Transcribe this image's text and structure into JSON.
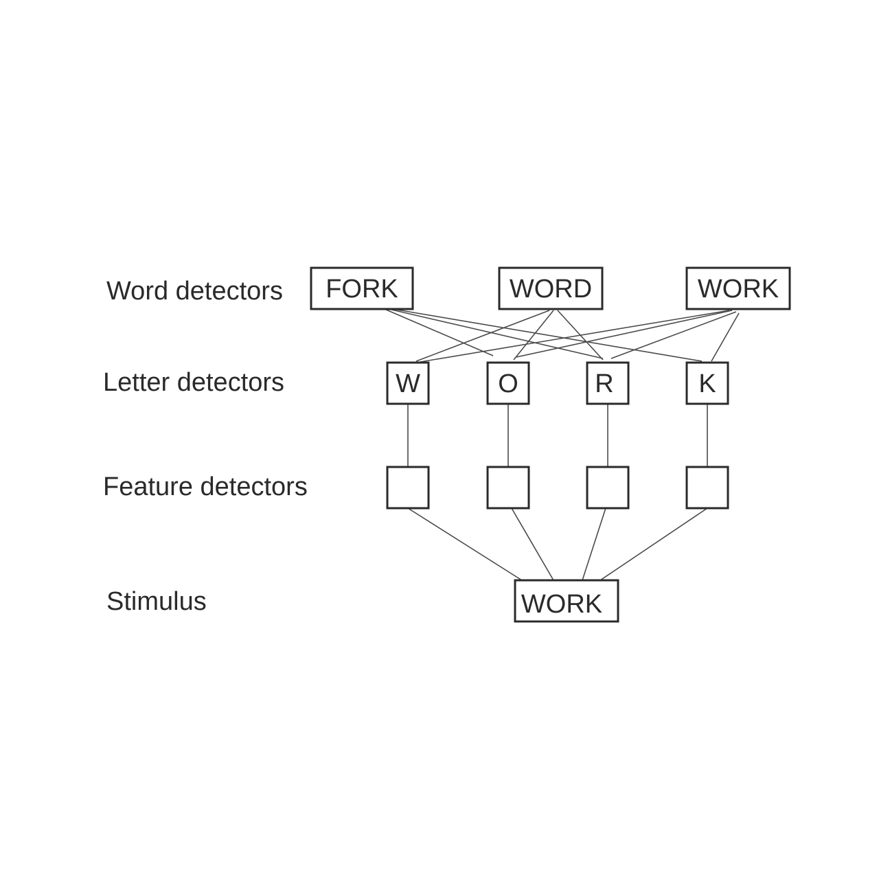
{
  "levels": {
    "word": "Word detectors",
    "letter": "Letter detectors",
    "feature": "Feature detectors",
    "stimulus": "Stimulus"
  },
  "words": [
    "FORK",
    "WORD",
    "WORK"
  ],
  "letters": [
    "W",
    "O",
    "R",
    "K"
  ],
  "features": [
    "",
    "",
    "",
    ""
  ],
  "stimulus": "WORK"
}
